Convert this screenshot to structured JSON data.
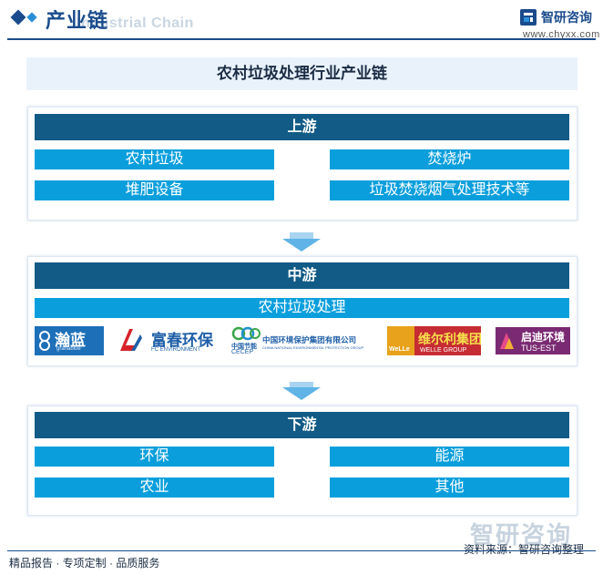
{
  "header": {
    "title": "产业链",
    "subtitle": "Industrial Chain",
    "brand_name": "智研咨询",
    "brand_url": "www.chyxx.com"
  },
  "chart_title": "农村垃圾处理行业产业链",
  "upstream": {
    "label": "上游",
    "items": [
      "农村垃圾",
      "焚烧炉",
      "堆肥设备",
      "垃圾焚烧烟气处理技术等"
    ]
  },
  "midstream": {
    "label": "中游",
    "item": "农村垃圾处理",
    "companies": [
      {
        "icon": "granablue-logo-icon",
        "name": "瀚蓝",
        "sub": "granablue"
      },
      {
        "icon": "fc-environment-logo-icon",
        "name": "富春环保",
        "sub": "FC ENVIRONMENT"
      },
      {
        "icon": "cecep-logo-icon",
        "name": "中国环境保护集团有限公司",
        "sub": "CHINA NATIONAL ENVIRONMENTAL PROTECTION GROUP",
        "badge": "中国节能",
        "badge_sub": "CECEP"
      },
      {
        "icon": "welle-logo-icon",
        "name": "维尔利集团",
        "sub": "WELLE GROUP",
        "badge": "WeLLe"
      },
      {
        "icon": "tus-est-logo-icon",
        "name": "启迪环境",
        "sub": "TUS-EST"
      }
    ]
  },
  "downstream": {
    "label": "下游",
    "items": [
      "环保",
      "能源",
      "农业",
      "其他"
    ]
  },
  "footer": {
    "left": "精品报告 · 专项定制 · 品质服务",
    "source": "资料来源：智研咨询整理",
    "watermark": "智研咨询"
  },
  "colors": {
    "brand": "#1a4b8c",
    "section_head": "#125b87",
    "cell": "#0a9fdc",
    "arrow": "#5fb3e6"
  }
}
